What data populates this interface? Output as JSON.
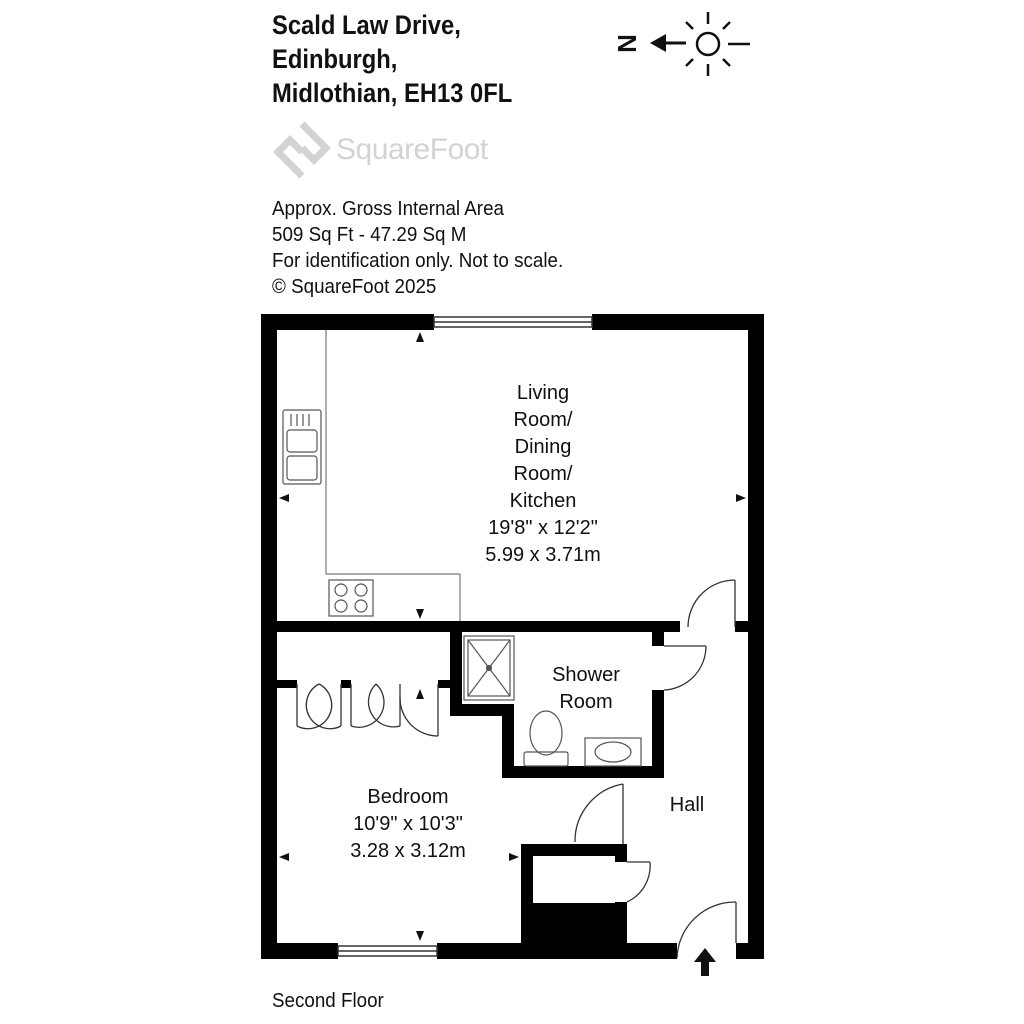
{
  "header": {
    "address_line1": "Scald Law Drive,",
    "address_line2": "Edinburgh,",
    "address_line3": "Midlothian, EH13 0FL"
  },
  "logo": {
    "text": "SquareFoot",
    "icon": "squarefoot-logo-icon"
  },
  "area_info": {
    "line1": "Approx. Gross Internal Area",
    "line2": "509 Sq Ft  -  47.29 Sq M",
    "line3": "For identification only. Not to scale.",
    "line4": "© SquareFoot 2025"
  },
  "compass": {
    "letter": "N",
    "icon": "sun-icon"
  },
  "rooms": {
    "living": {
      "line1": "Living",
      "line2": "Room/",
      "line3": "Dining",
      "line4": "Room/",
      "line5": "Kitchen",
      "imperial": "19'8\" x 12'2\"",
      "metric": "5.99 x 3.71m"
    },
    "shower": {
      "line1": "Shower",
      "line2": "Room"
    },
    "hall": {
      "name": "Hall"
    },
    "bedroom": {
      "name": "Bedroom",
      "imperial": "10'9\" x 10'3\"",
      "metric": "3.28 x 3.12m"
    }
  },
  "floor_label": "Second Floor",
  "colors": {
    "wall": "#000000",
    "fixture_line": "#555555",
    "logo": "#d3d3d3"
  }
}
